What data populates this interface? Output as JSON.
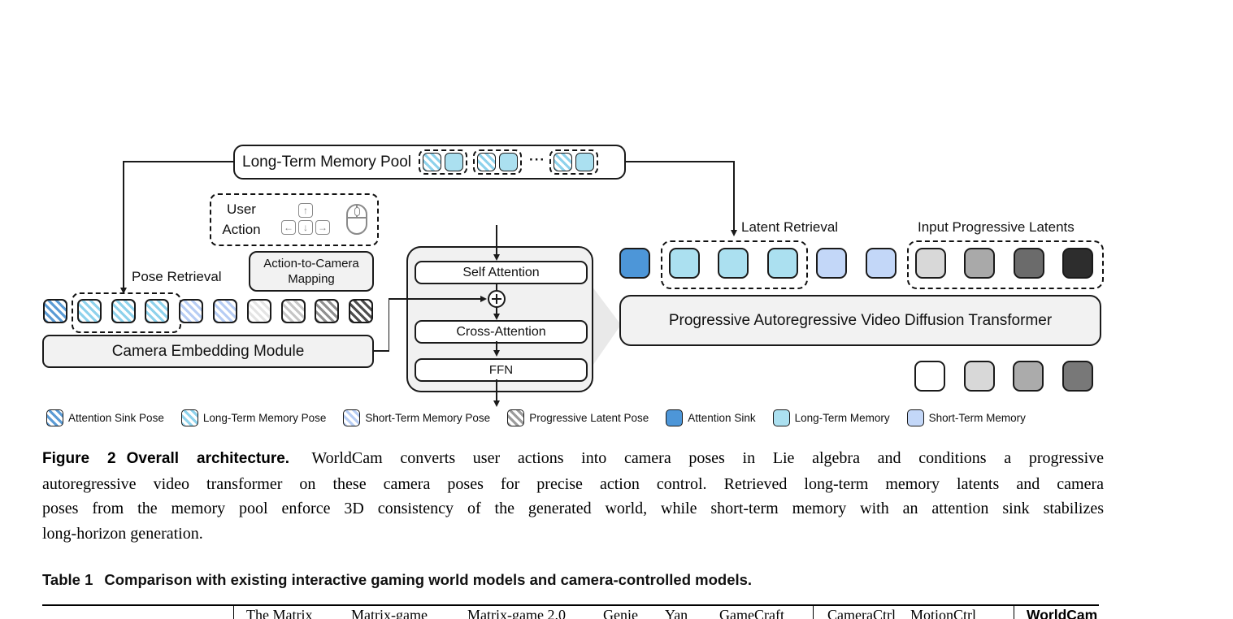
{
  "diagram": {
    "pool": {
      "label": "Long-Term Memory Pool",
      "ellipsis": "···"
    },
    "user_action": {
      "line1": "User",
      "line2": "Action",
      "keys": [
        "↑",
        "←",
        "↓",
        "→"
      ]
    },
    "labels": {
      "pose_retrieval": "Pose Retrieval",
      "latent_retrieval": "Latent Retrieval",
      "input_progressive": "Input Progressive Latents"
    },
    "action_mapping": {
      "line1": "Action-to-Camera",
      "line2": "Mapping"
    },
    "camera_embedding": "Camera Embedding Module",
    "transformer": {
      "self_attention": "Self Attention",
      "cross_attention": "Cross-Attention",
      "ffn": "FFN"
    },
    "diffusion_transformer": "Progressive Autoregressive Video Diffusion Transformer",
    "colors": {
      "attention_sink": "#4d96d8",
      "attention_sink_hatch": "#5b9bd5",
      "long_term_memory": "#abe0f0",
      "long_term_memory_hatch": "#8ed2ec",
      "short_term_memory": "#c3d7f8",
      "short_term_memory_hatch": "#b7cdf4",
      "box_fill": "#f2f2f2"
    },
    "pool_pair": [
      {
        "name": "long-term-memory-pose-square",
        "hatch": true,
        "color": "#8ed2ec"
      },
      {
        "name": "long-term-memory-square",
        "hatch": false,
        "color": "#abe0f0"
      }
    ],
    "pose_row": [
      {
        "name": "attention-sink-pose-square",
        "hatch": true,
        "color": "#5b9bd5"
      },
      {
        "name": "long-term-memory-pose-square",
        "hatch": true,
        "color": "#8ed2ec"
      },
      {
        "name": "long-term-memory-pose-square",
        "hatch": true,
        "color": "#8ed2ec"
      },
      {
        "name": "long-term-memory-pose-square",
        "hatch": true,
        "color": "#8ed2ec"
      },
      {
        "name": "short-term-memory-pose-square",
        "hatch": true,
        "color": "#b7cdf4"
      },
      {
        "name": "short-term-memory-pose-square",
        "hatch": true,
        "color": "#b7cdf4"
      },
      {
        "name": "progressive-latent-pose-square",
        "hatch": true,
        "color": "#e4e4e4"
      },
      {
        "name": "progressive-latent-pose-square",
        "hatch": true,
        "color": "#c6c6c6"
      },
      {
        "name": "progressive-latent-pose-square",
        "hatch": true,
        "color": "#909090"
      },
      {
        "name": "progressive-latent-pose-square",
        "hatch": true,
        "color": "#4d4d4d"
      }
    ],
    "latent_row": [
      {
        "name": "attention-sink-square",
        "hatch": false,
        "color": "#4d96d8"
      },
      {
        "name": "long-term-memory-square",
        "hatch": false,
        "color": "#abe0f0"
      },
      {
        "name": "long-term-memory-square",
        "hatch": false,
        "color": "#abe0f0"
      },
      {
        "name": "long-term-memory-square",
        "hatch": false,
        "color": "#abe0f0"
      },
      {
        "name": "short-term-memory-square",
        "hatch": false,
        "color": "#c3d7f8"
      },
      {
        "name": "short-term-memory-square",
        "hatch": false,
        "color": "#c3d7f8"
      },
      {
        "name": "progressive-latent-square",
        "hatch": false,
        "color": "#d8d8d8"
      },
      {
        "name": "progressive-latent-square",
        "hatch": false,
        "color": "#a9a9a9"
      },
      {
        "name": "progressive-latent-square",
        "hatch": false,
        "color": "#6b6b6b"
      },
      {
        "name": "progressive-latent-square",
        "hatch": false,
        "color": "#2d2d2d"
      }
    ],
    "output_row": [
      {
        "name": "denoised-latent-square",
        "hatch": false,
        "color": "#ffffff"
      },
      {
        "name": "denoised-latent-square",
        "hatch": false,
        "color": "#d8d8d8"
      },
      {
        "name": "denoised-latent-square",
        "hatch": false,
        "color": "#ababab"
      },
      {
        "name": "denoised-latent-square",
        "hatch": false,
        "color": "#787878"
      }
    ],
    "legend": [
      {
        "label": "Attention Sink Pose",
        "hatch": true,
        "color": "#5b9bd5"
      },
      {
        "label": "Long-Term Memory Pose",
        "hatch": true,
        "color": "#8ed2ec"
      },
      {
        "label": "Short-Term Memory Pose",
        "hatch": true,
        "color": "#b7cdf4"
      },
      {
        "label": "Progressive Latent Pose",
        "hatch": true,
        "color": "#9c9c9c"
      },
      {
        "label": "Attention Sink",
        "hatch": false,
        "color": "#4d96d8"
      },
      {
        "label": "Long-Term Memory",
        "hatch": false,
        "color": "#abe0f0"
      },
      {
        "label": "Short-Term Memory",
        "hatch": false,
        "color": "#c3d7f8"
      }
    ]
  },
  "caption": {
    "tag": "Figure 2",
    "heading": "Overall architecture.",
    "line1_rest": "WorldCam converts user actions into camera poses in Lie algebra and conditions a progressive",
    "line2": "autoregressive video transformer on these camera poses for precise action control. Retrieved long-term memory latents and camera",
    "line3": "poses from the memory pool enforce 3D consistency of the generated world, while short-term memory with an attention sink stabilizes",
    "line4": "long-horizon generation."
  },
  "table": {
    "tag": "Table 1",
    "heading": "Comparison with existing interactive gaming world models and camera-controlled models.",
    "columns": [
      "The Matrix",
      "Matrix-game",
      "Matrix-game 2.0",
      "Genie",
      "Yan",
      "GameCraft",
      "CameraCtrl",
      "MotionCtrl",
      "WorldCam"
    ]
  }
}
